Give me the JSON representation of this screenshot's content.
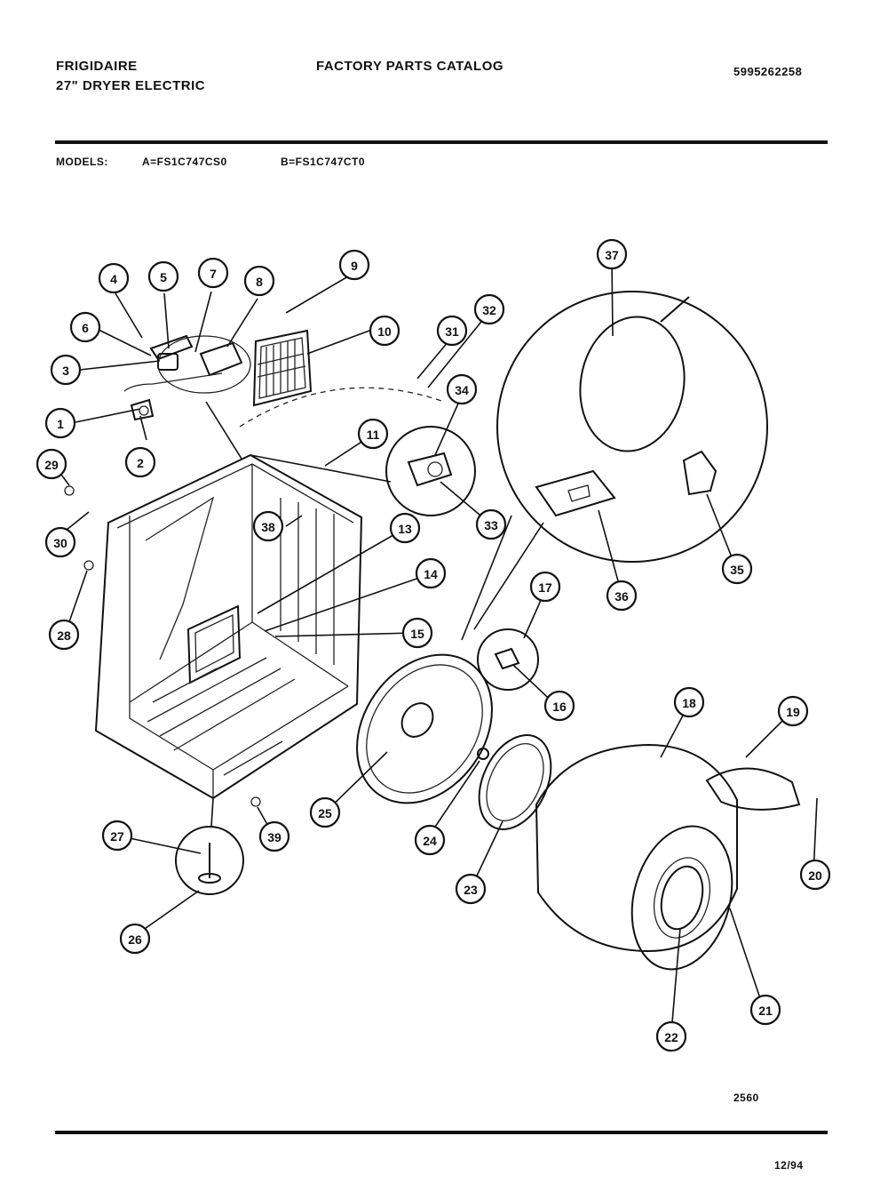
{
  "header": {
    "brand": "FRIGIDAIRE",
    "product": "27\" DRYER ELECTRIC",
    "catalog_title": "FACTORY PARTS CATALOG",
    "catalog_number": "5995262258",
    "models_label": "MODELS:",
    "model_a": "A=FS1C747CS0",
    "model_b": "B=FS1C747CT0"
  },
  "footer": {
    "drawing_number": "2560",
    "date": "12/94"
  },
  "callouts": [
    "1",
    "2",
    "3",
    "4",
    "5",
    "6",
    "7",
    "8",
    "9",
    "10",
    "11",
    "13",
    "14",
    "15",
    "16",
    "17",
    "18",
    "19",
    "20",
    "21",
    "22",
    "23",
    "24",
    "25",
    "26",
    "27",
    "28",
    "29",
    "30",
    "31",
    "32",
    "33",
    "34",
    "35",
    "36",
    "37",
    "38",
    "39"
  ]
}
